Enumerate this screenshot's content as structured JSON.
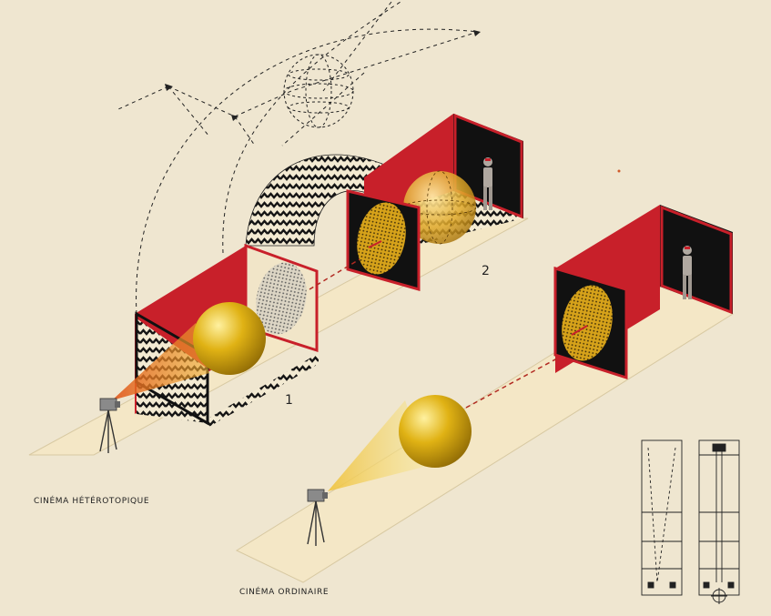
{
  "labels": {
    "heterotopic": "CINÉMA HÉTÉROTOPIQUE",
    "ordinary": "CINÉMA ORDINAIRE",
    "marker_1": "1",
    "marker_2": "2"
  },
  "colors": {
    "background": "#efe6d0",
    "floor": "#f3e6c4",
    "red_wall": "#c8202a",
    "black_wall": "#111111",
    "sphere": "#d9a90f",
    "beam": "#e9c84a",
    "dash": "#b22a22"
  },
  "icons": [
    "film-camera-icon",
    "standing-person-icon",
    "compass-rose-icon"
  ]
}
